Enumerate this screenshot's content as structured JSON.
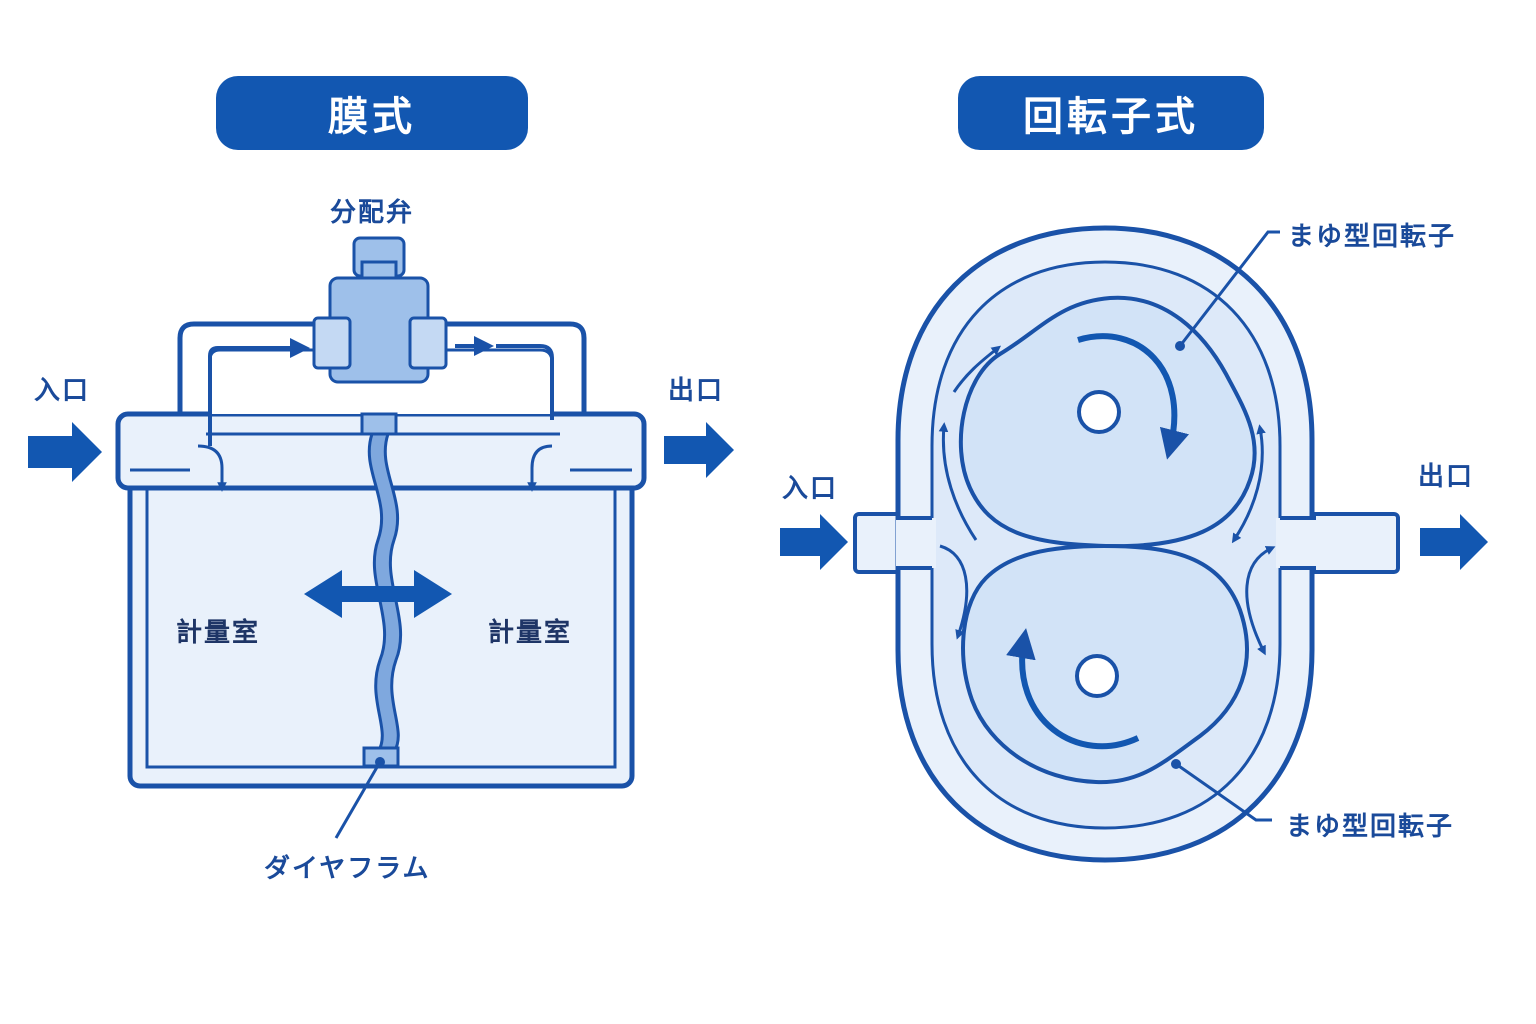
{
  "colors": {
    "primary": "#1257b1",
    "outline": "#1a52a8",
    "fill_light": "#e9f1fb",
    "fill_mid": "#d6e6f8",
    "valve_fill": "#9ec0ea"
  },
  "diaphragm": {
    "title": "膜式",
    "valve_label": "分配弁",
    "inlet_label": "入口",
    "outlet_label": "出口",
    "chamber_left": "計量室",
    "chamber_right": "計量室",
    "diaphragm_label": "ダイヤフラム"
  },
  "rotary": {
    "title": "回転子式",
    "inlet_label": "入口",
    "outlet_label": "出口",
    "rotor_top_label": "まゆ型回転子",
    "rotor_bottom_label": "まゆ型回転子"
  }
}
